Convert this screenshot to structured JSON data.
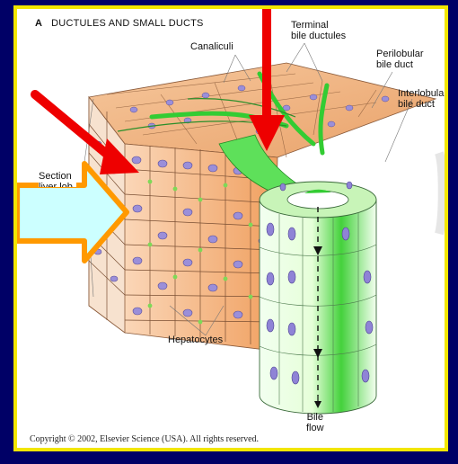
{
  "figure": {
    "panel_letter": "A",
    "title": "DUCTULES AND SMALL DUCTS",
    "labels": {
      "canaliculi": "Canaliculi",
      "terminal": [
        "Terminal",
        "bile ductules"
      ],
      "perilobular": [
        "Perilobular",
        "bile duct"
      ],
      "interlobular": [
        "Interlobular",
        "bile duct"
      ],
      "section": [
        "Section",
        "liver lob"
      ],
      "hepatocytes": "Hepatocytes",
      "bile_flow": [
        "Bile",
        "flow"
      ]
    },
    "copyright": "Copyright © 2002, Elsevier Science (USA).  All rights reserved."
  },
  "colors": {
    "background": "#000066",
    "frame": "#f2e600",
    "red_arrow": "#ee0000",
    "orange_arrow": "#ff9900",
    "arrow_fill": "#ccffff",
    "tissue": "#f2a466",
    "duct_green": "#33cc33",
    "nucleus": "#9b8fd9"
  },
  "icons": [
    "red-arrow",
    "orange-outline-arrow"
  ]
}
